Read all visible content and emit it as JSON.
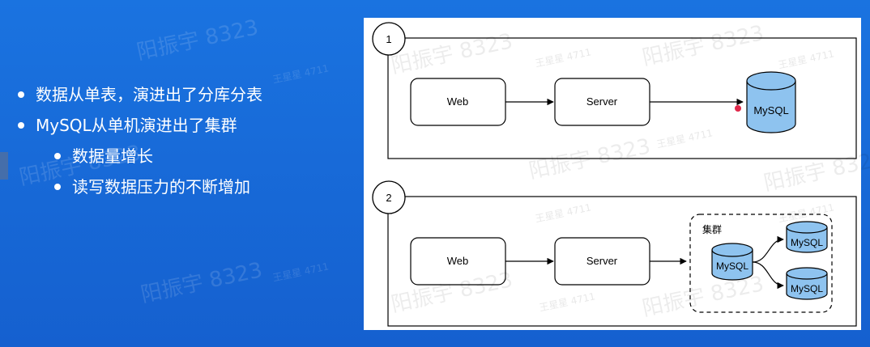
{
  "bullets": [
    {
      "text": "数据从单表，演进出了分库分表",
      "level": 1
    },
    {
      "text": "MySQL从单机演进出了集群",
      "level": 1
    },
    {
      "text": "数据量增长",
      "level": 2
    },
    {
      "text": "读写数据压力的不断增加",
      "level": 2
    }
  ],
  "diagram1": {
    "number": "1",
    "web": "Web",
    "server": "Server",
    "db": "MySQL"
  },
  "diagram2": {
    "number": "2",
    "web": "Web",
    "server": "Server",
    "cluster_label": "集群",
    "db_primary": "MySQL",
    "db_replica_1": "MySQL",
    "db_replica_2": "MySQL"
  },
  "watermarks": {
    "name": "阳振宇 8323",
    "small": "王星星 4711"
  },
  "colors": {
    "background": "#1769d9",
    "db_fill": "#8ec3ef",
    "stroke": "#000000",
    "cursor_dot": "#e0284a"
  }
}
